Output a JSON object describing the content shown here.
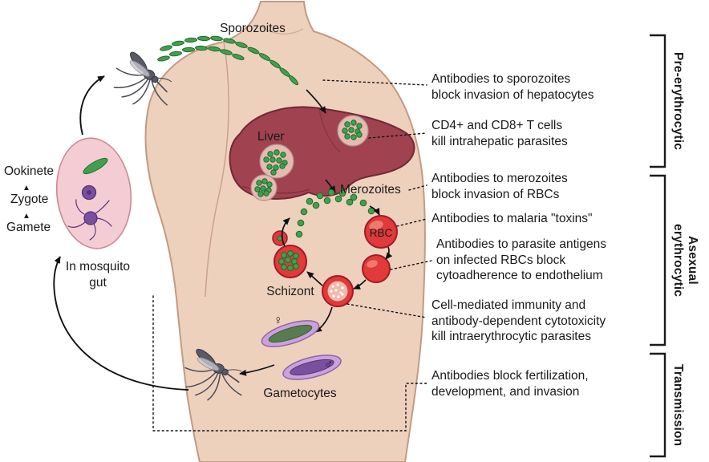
{
  "diagram": {
    "sporozoites": "Sporozoites",
    "liver": "Liver",
    "merozoites": "Merozoites",
    "rbc": "RBC",
    "schizont": "Schizont",
    "gametocytes": "Gametocytes",
    "female_symbol": "♀",
    "male_symbol": "♂"
  },
  "mosquito_gut": {
    "ookinete": "Ookinete",
    "zygote": "Zygote",
    "gamete": "Gamete",
    "up_triangle": "▲",
    "caption_line1": "In mosquito",
    "caption_line2": "gut"
  },
  "annotations": [
    {
      "lines": [
        "Antibodies to sporozoites",
        "block invasion of hepatocytes"
      ]
    },
    {
      "lines": [
        "CD4+ and CD8+ T cells",
        "kill intrahepatic parasites"
      ]
    },
    {
      "lines": [
        "Antibodies to merozoites",
        "block invasion of RBCs"
      ]
    },
    {
      "lines": [
        "Antibodies to malaria \"toxins\""
      ]
    },
    {
      "lines": [
        "Antibodies to parasite antigens",
        "on infected RBCs block",
        "cytoadherence to endothelium"
      ]
    },
    {
      "lines": [
        "Cell-mediated immunity and",
        "antibody-dependent cytotoxicity",
        "kill intraerythrocytic parasites"
      ]
    },
    {
      "lines": [
        "Antibodies block fertilization,",
        "development, and invasion"
      ]
    }
  ],
  "phases": [
    {
      "lines": [
        "Pre-erythrocytic"
      ]
    },
    {
      "lines": [
        "Asexual",
        "erythrocytic"
      ]
    },
    {
      "lines": [
        "Transmission"
      ]
    }
  ],
  "colors": {
    "skin": "#eed1bd",
    "skin-outline": "#c29a85",
    "liver": "#a04250",
    "liver-outline": "#722836",
    "parasite-green": "#41a04f",
    "parasite-green-dark": "#1f6b2d",
    "rbc-red": "#e03a3a",
    "rbc-dark": "#a31926",
    "rbc-pale": "#f2b9ac",
    "purple": "#7b4fa0",
    "purple-dark": "#56337a",
    "lilac": "#c9a3d9",
    "gut-pink": "#f4ccd3",
    "gut-outline": "#c98b96",
    "text": "#1a1a1a"
  }
}
